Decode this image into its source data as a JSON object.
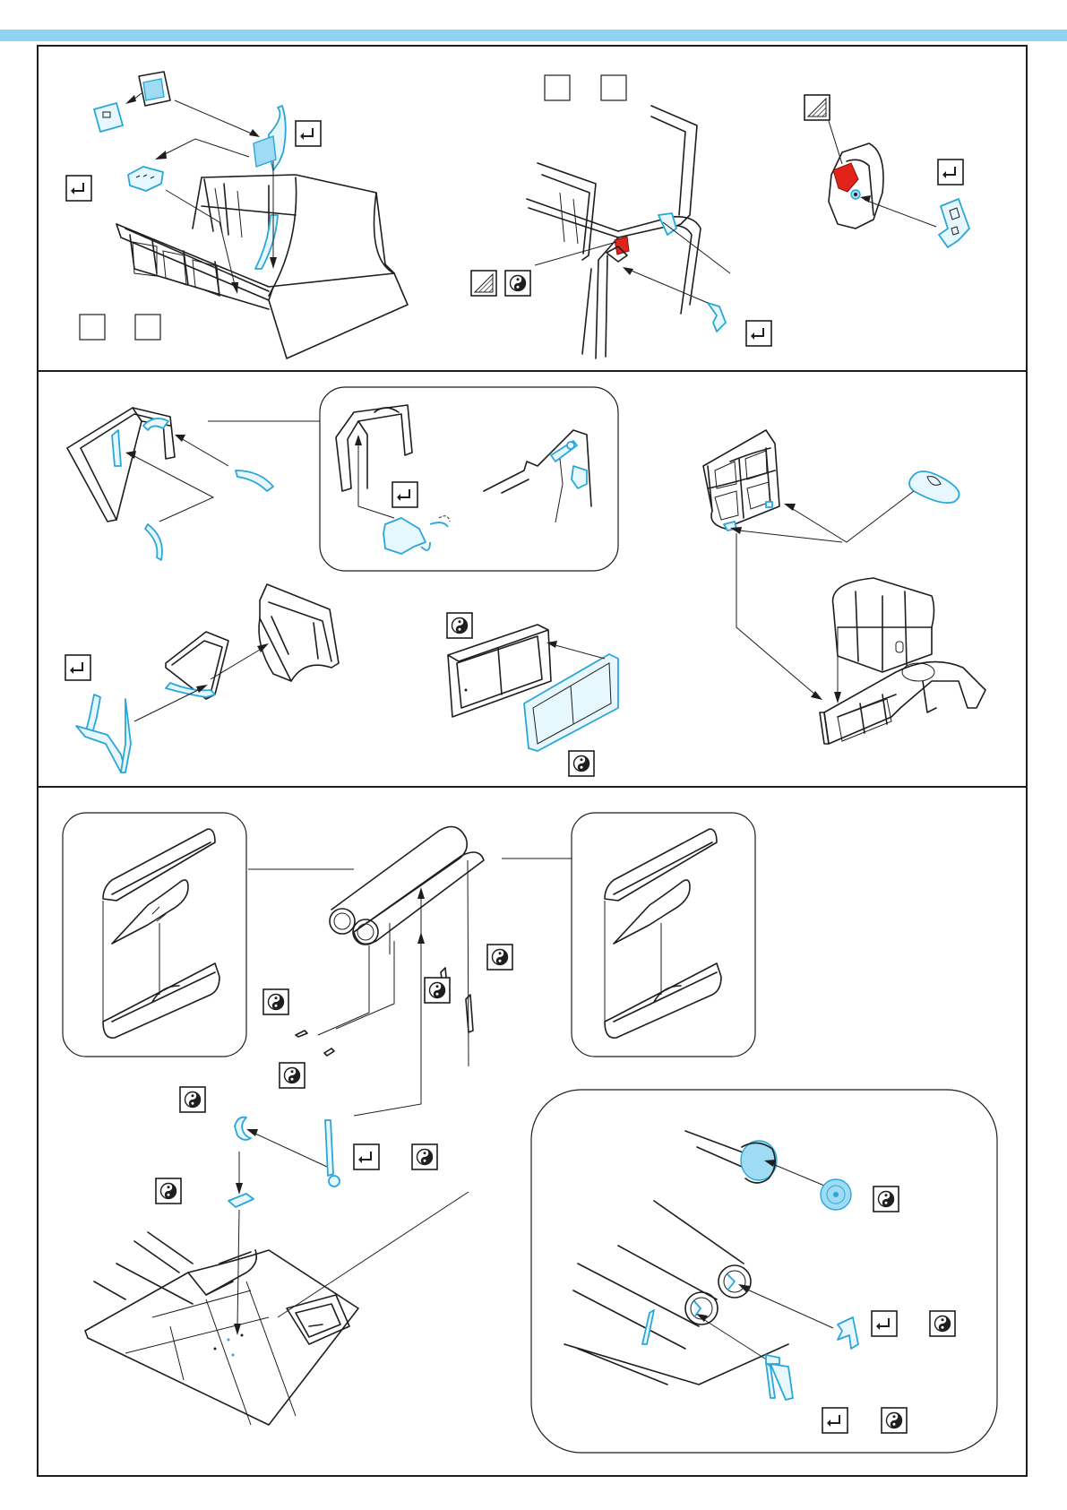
{
  "document": {
    "header_bar_color": "#8fd3f3",
    "frame_color": "#1e1e1e",
    "part_highlight_color": "#2aa7d8",
    "paint_highlight_color": "#e2231a"
  },
  "icons": {
    "bend": "bend-icon",
    "paint": "yin-yang-paint-icon",
    "hatch": "hatched-remove-icon",
    "empty_step_box": "empty-step-box"
  },
  "sections": [
    {
      "name": "top",
      "panels": [
        "seat-frame-assembly",
        "seat-rail-detail",
        "control-wheel-detail"
      ]
    },
    {
      "name": "middle",
      "panels": [
        "canopy-bracket",
        "window-frame",
        "cage-frame-assembly"
      ]
    },
    {
      "name": "bottom",
      "panels": [
        "bomb-tube-pair",
        "wing-mount",
        "tube-end-caps"
      ]
    }
  ]
}
